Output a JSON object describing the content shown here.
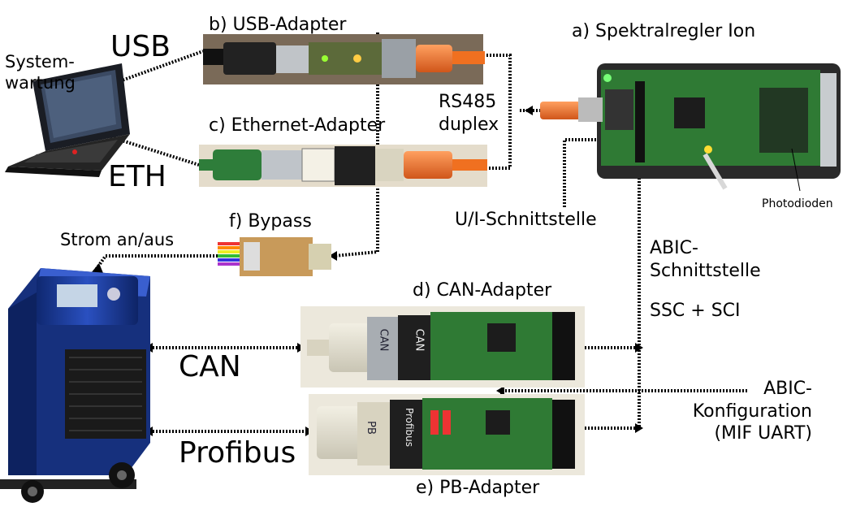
{
  "labels": {
    "usb": "USB",
    "eth": "ETH",
    "systemwartung": "System-\nwartung",
    "usb_adapter": "b) USB-Adapter",
    "ethernet_adapter": "c) Ethernet-Adapter",
    "spektralregler": "a) Spektralregler Ion",
    "rs485": "RS485\nduplex",
    "photodioden": "Photodioden",
    "ui_schnittstelle": "U/I-Schnittstelle",
    "bypass": "f) Bypass",
    "strom": "Strom an/aus",
    "abic_schnittstelle": "ABIC-\nSchnittstelle",
    "ssc_sci": "SSC + SCI",
    "can_adapter": "d) CAN-Adapter",
    "can": "CAN",
    "profibus": "Profibus",
    "pb_adapter": "e) PB-Adapter",
    "abic_konfiguration": "ABIC-\nKonfiguration\n(MIF UART)"
  },
  "device_text": {
    "can_plug_1": "CAN",
    "can_plug_2": "CAN",
    "pb_plug_1": "PB",
    "pb_plug_2": "Profibus"
  },
  "colors": {
    "machine_blue": "#1e3f9e",
    "pcb_green": "#2f7a34",
    "cable_orange": "#f07020",
    "cable_green": "#2e7d3a",
    "housing": "#2a2a2a"
  }
}
